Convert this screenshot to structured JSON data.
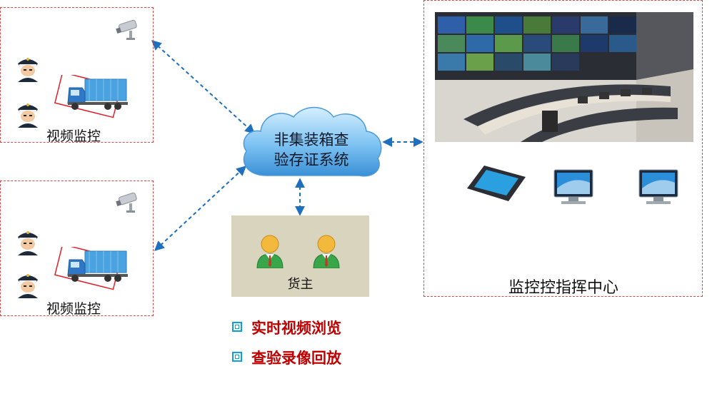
{
  "sites": [
    {
      "label": "视频监控"
    },
    {
      "label": "视频监控"
    }
  ],
  "cloud": {
    "line1": "非集装箱查",
    "line2": "验存证系统"
  },
  "owner": {
    "label": "货主"
  },
  "center": {
    "label": "监控控指挥中心"
  },
  "features": [
    {
      "text": "实时视频浏览"
    },
    {
      "text": "查验录像回放"
    }
  ],
  "colors": {
    "dashed_border": "#d24a4a",
    "arrow": "#1f6fbf",
    "feature_text": "#c00000",
    "bullet": "#0aa0dc",
    "owner_bg": "#d9d4be"
  }
}
